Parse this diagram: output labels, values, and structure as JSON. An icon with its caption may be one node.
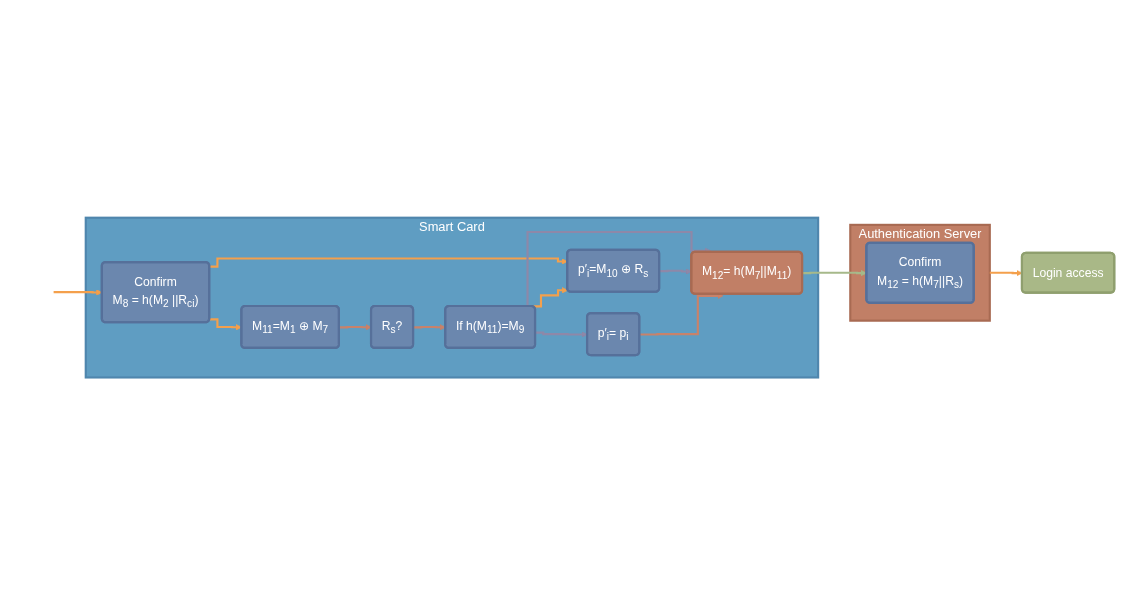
{
  "diagram": {
    "nodes": [
      {
        "text": [
          "Smart Card"
        ]
      },
      {
        "text": [
          "Confirm",
          "M$_{8}$ = h(M$_{2}$ ||R$_{ci}$)"
        ],
        "in": 0
      },
      {
        "text": [
          "R$_{s}$?"
        ],
        "in": 0
      },
      {
        "text": [
          "M$_{11}$=M$_{1}$ ⊕ M$_{7}$"
        ],
        "in": 0
      },
      {
        "text": [
          "If h(M$_{11}$)=M$_{9}$"
        ],
        "in": 0
      },
      {
        "text": [
          "p′$_{i}$=M$_{10}$ ⊕ R$_{s}$"
        ],
        "in": 0
      },
      {
        "text": [
          "p′$_{i}$= p$_{i}$"
        ],
        "in": 0
      },
      {
        "text": [
          "M$_{12}$= h(M$_{7}$||M$_{11}$)"
        ],
        "in": 0
      },
      {
        "text": [
          "Authentication Server"
        ]
      },
      {
        "text": [
          "Confirm",
          "M$_{12}$ = h(M$_{7}$||R$_{s}$)"
        ],
        "in": 8
      },
      {
        "text": [
          "Login access"
        ]
      }
    ],
    "edges": [
      {
        "from": null,
        "to": 1,
        "arrow": "to"
      },
      {
        "from": 1,
        "to": 3,
        "arrow": "to"
      },
      {
        "from": 1,
        "to": 5,
        "arrow": "to"
      },
      {
        "from": 3,
        "to": 2,
        "arrow": "to",
        "color": "#c8826a"
      },
      {
        "from": 2,
        "to": 4,
        "arrow": "to",
        "color": "#c8826a"
      },
      {
        "from": 4,
        "to": 5,
        "arrow": "to"
      },
      {
        "from": 4,
        "to": 6,
        "arrow": "to",
        "color": "#8e88a8"
      },
      {
        "from": 4,
        "to": 7,
        "arrow": "to",
        "color": "#8e88a8"
      },
      {
        "from": 5,
        "to": 7,
        "arrow": "to",
        "color": "#8e88a8"
      },
      {
        "from": 6,
        "to": 7,
        "arrow": "to",
        "color": "#c8826a"
      },
      {
        "from": 7,
        "to": 9,
        "arrow": "to",
        "color": "#a6b98a"
      },
      {
        "from": 8,
        "to": 10,
        "arrow": "to"
      }
    ]
  }
}
